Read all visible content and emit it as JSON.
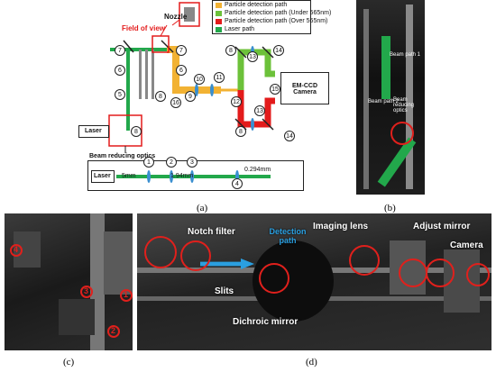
{
  "panel_a": {
    "legend": [
      "Particle detection path",
      "Particle detection path (Under 565nm)",
      "Particle detection path (Over 565nm)",
      "Laser path"
    ],
    "legend_colors": [
      "#f2b233",
      "#6cc13a",
      "#e31b1b",
      "#22a84b"
    ],
    "nozzle": "Nozzle",
    "field_of_view": "Field of view",
    "laser": "Laser",
    "beam_reducing_optics": "Beam reducing optics",
    "camera": "EM-CCD Camera",
    "inset_laser": "Laser",
    "inset_5mm": "5mm",
    "inset_194mm": "1.94mm",
    "inset_0294mm": "0.294mm",
    "numbers": [
      "1",
      "2",
      "3",
      "4",
      "5",
      "6",
      "7",
      "8",
      "9",
      "10",
      "11",
      "12",
      "13",
      "14",
      "15",
      "16"
    ],
    "caption": "(a)"
  },
  "panel_b": {
    "beam_path_1": "Beam path 1",
    "beam_path_2": "Beam path 2",
    "beam_reducing_optics": "Beam reducing optics",
    "caption": "(b)"
  },
  "panel_c": {
    "markers": [
      "4",
      "3",
      "2",
      "1"
    ],
    "caption": "(c)"
  },
  "panel_d": {
    "notch_filter": "Notch filter",
    "detection_path": "Detection path",
    "imaging_lens": "Imaging lens",
    "adjust_mirror": "Adjust mirror",
    "camera": "Camera",
    "slits": "Slits",
    "dichroic_mirror": "Dichroic mirror",
    "caption": "(d)"
  }
}
